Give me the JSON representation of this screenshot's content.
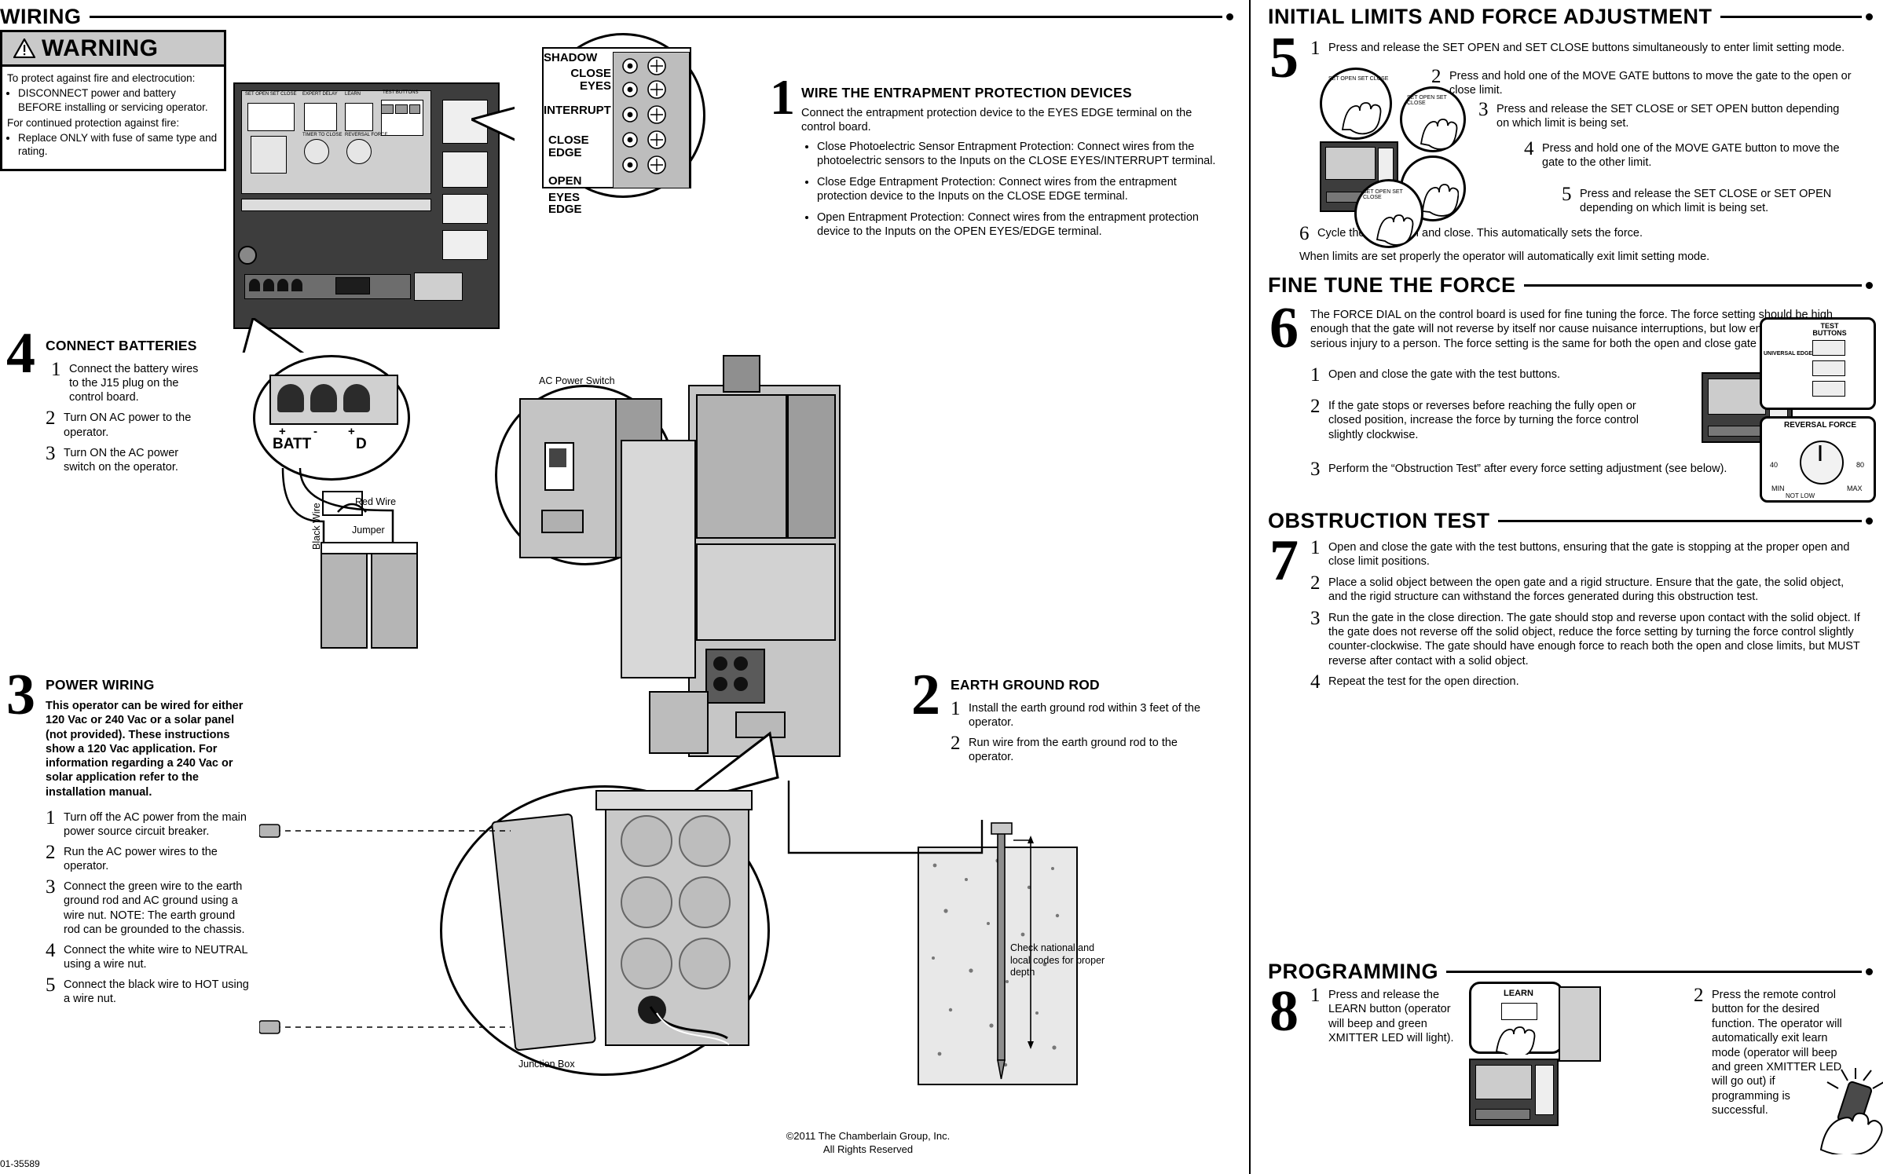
{
  "document": {
    "footer_code": "01-35589",
    "copyright_line1": "©2011 The Chamberlain Group, Inc.",
    "copyright_line2": "All Rights Reserved"
  },
  "left": {
    "section_title": "WIRING",
    "warning": {
      "title": "WARNING",
      "icon": "warning-triangle-icon",
      "line1": "To protect against fire and electrocution:",
      "bullets1": [
        "DISCONNECT power and battery BEFORE installing or servicing operator."
      ],
      "line2": "For continued protection against fire:",
      "bullets2": [
        "Replace ONLY with fuse of same type and rating."
      ]
    },
    "step1": {
      "number": "1",
      "title": "WIRE THE ENTRAPMENT PROTECTION DEVICES",
      "intro": "Connect the entrapment protection device to the EYES EDGE terminal on the control board.",
      "bullets": [
        "Close Photoelectric Sensor Entrapment Protection: Connect wires from the photoelectric sensors to the Inputs on the CLOSE EYES/INTERRUPT terminal.",
        "Close Edge Entrapment Protection: Connect wires from the entrapment protection device to the Inputs on the CLOSE EDGE terminal.",
        "Open Entrapment Protection: Connect wires from the entrapment protection device to the Inputs on the OPEN EYES/EDGE terminal."
      ]
    },
    "terminal_callout": {
      "rows": [
        "SHADOW",
        "CLOSE EYES",
        "INTERRUPT",
        "CLOSE EDGE",
        "OPEN",
        "EYES EDGE"
      ]
    },
    "board_labels": {
      "set_open_set_close": "SET OPEN  SET CLOSE",
      "expert_delay": "EXPERT DELAY",
      "learn": "LEARN",
      "test_buttons": "TEST BUTTONS",
      "timer_to_close": "TIMER TO CLOSE",
      "reversal_force": "REVERSAL FORCE"
    },
    "step4": {
      "number": "4",
      "title": "CONNECT BATTERIES",
      "items": [
        "Connect the battery wires to the J15 plug on the control board.",
        "Turn ON AC power to the operator.",
        "Turn ON the AC power switch on the operator."
      ],
      "battery_labels": {
        "batt": "BATT",
        "d": "D",
        "plus": "+",
        "minus": "-",
        "red_wire": "Red Wire",
        "black_wire": "Black Wire",
        "jumper": "Jumper"
      }
    },
    "step3": {
      "number": "3",
      "title": "POWER WIRING",
      "intro": "This operator can be wired for either 120 Vac or 240 Vac or a solar panel (not provided). These instructions show a 120 Vac application. For information regarding a 240 Vac or solar application refer to the installation manual.",
      "items": [
        "Turn off the AC power from the main power source circuit breaker.",
        "Run the AC power wires to the operator.",
        "Connect the green wire to the earth ground rod and AC ground using a wire nut. NOTE: The earth ground rod can be grounded to the chassis.",
        "Connect the white wire to NEUTRAL using a wire nut.",
        "Connect the black wire to HOT using a wire nut."
      ],
      "note_italic": "NOTE: The earth ground rod can be grounded to the chassis."
    },
    "step2": {
      "number": "2",
      "title": "EARTH GROUND ROD",
      "items": [
        "Install the earth ground rod within 3 feet of the operator.",
        "Run wire from the earth ground rod to the operator."
      ],
      "ground_note": "Check national and local codes for proper depth"
    },
    "labels": {
      "ac_power_switch": "AC Power Switch",
      "junction_box": "Junction Box"
    }
  },
  "right": {
    "section_limits": "INITIAL LIMITS AND FORCE ADJUSTMENT",
    "step5": {
      "number": "5",
      "items": [
        "Press and release the SET OPEN and SET CLOSE buttons simultaneously to enter limit setting mode.",
        "Press and hold one of the MOVE GATE buttons to move the gate to the open or close limit.",
        "Press and release the SET CLOSE or SET OPEN button depending on which limit is being set.",
        "Press and hold one of the MOVE GATE button to move the gate to the other limit.",
        "Press and release the SET CLOSE or SET OPEN depending on which limit is being set.",
        "Cycle the gate open and close. This automatically sets the force."
      ],
      "closing": "When limits are set properly the operator will automatically exit limit setting mode.",
      "diagram_labels": [
        "SET OPEN  SET CLOSE",
        "SET OPEN  SET CLOSE",
        "SET OPEN  SET CLOSE"
      ]
    },
    "section_force": "FINE TUNE THE FORCE",
    "step6": {
      "number": "6",
      "intro": "The FORCE DIAL on the control board is used for fine tuning the force. The force setting should be high enough that the gate will not reverse by itself nor cause nuisance interruptions, but low enough to prevent serious injury to a person. The force setting is the same for both the open and close gate directions.",
      "items": [
        "Open and close the gate with the test buttons.",
        "If the gate stops or reverses before reaching the fully open or closed position, increase the force by turning the force control slightly clockwise.",
        "Perform the “Obstruction Test” after every force setting adjustment (see below)."
      ],
      "dial_labels": {
        "test_buttons": "TEST BUTTONS",
        "reversal_force": "REVERSAL FORCE",
        "min": "MIN",
        "max": "MAX",
        "tick_40": "40",
        "tick_80": "80",
        "not_low": "NOT LOW",
        "universal_edge": "UNIVERSAL EDGE"
      }
    },
    "section_obstruction": "OBSTRUCTION TEST",
    "step7": {
      "number": "7",
      "items": [
        "Open and close the gate with the test buttons, ensuring that the gate is stopping at the proper open and close limit positions.",
        "Place a solid object between the open gate and a rigid structure. Ensure that the gate, the solid object, and the rigid structure can withstand the forces generated during this obstruction test.",
        "Run the gate in the close direction. The gate should stop and reverse upon contact with the solid object. If the gate does not reverse off the solid object, reduce the force setting by turning the force control slightly counter-clockwise. The gate should have enough force to reach both the open and close limits, but MUST reverse after contact with a solid object.",
        "Repeat the test for the open direction."
      ]
    },
    "section_programming": "PROGRAMMING",
    "step8": {
      "number": "8",
      "items": [
        "Press and release the LEARN button (operator will beep and green XMITTER LED will light).",
        "Press the remote control button for the desired function. The operator will automatically exit learn mode (operator will beep and green XMITTER LED will go out) if programming is successful."
      ],
      "learn_label": "LEARN"
    }
  }
}
